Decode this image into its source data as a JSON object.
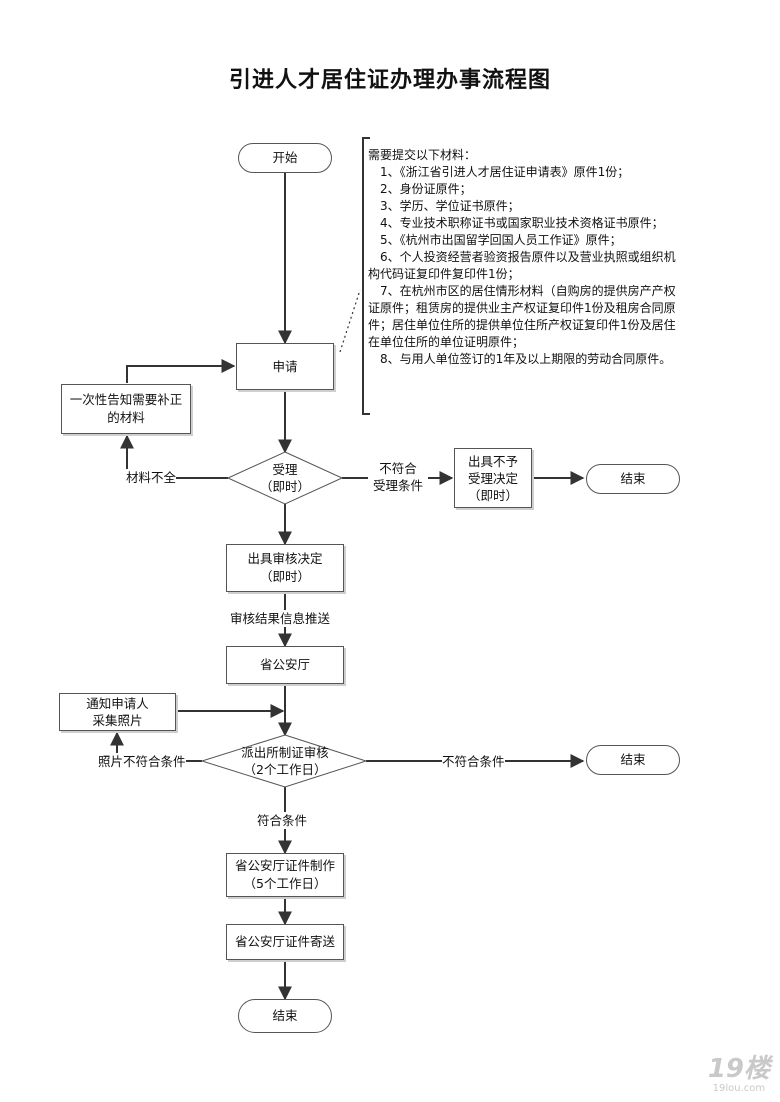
{
  "title": "引进人才居住证办理办事流程图",
  "nodes": {
    "start": "开始",
    "apply": "申请",
    "notify_supplement": [
      "一次性告知需要补正",
      "的材料"
    ],
    "accept": [
      "受理",
      "（即时）"
    ],
    "reject_decision": [
      "出具不予",
      "受理决定",
      "（即时）"
    ],
    "end_top": "结束",
    "review_decision": [
      "出具审核决定",
      "（即时）"
    ],
    "provincial_office": "省公安厅",
    "notify_photo": [
      "通知申请人",
      "采集照片"
    ],
    "police_review": [
      "派出所制证审核",
      "（2个工作日）"
    ],
    "end_mid": "结束",
    "card_production": [
      "省公安厅证件制作",
      "（5个工作日）"
    ],
    "card_mailing": "省公安厅证件寄送",
    "end_bottom": "结束"
  },
  "edge_labels": {
    "incomplete": "材料不全",
    "not_meet_accept": [
      "不符合",
      "受理条件"
    ],
    "push_result": "审核结果信息推送",
    "photo_not_meet": "照片不符合条件",
    "not_meet": "不符合条件",
    "meet": "符合条件"
  },
  "materials": {
    "heading": "需要提交以下材料：",
    "items": [
      "1、《浙江省引进人才居住证申请表》原件1份；",
      "2、身份证原件；",
      "3、学历、学位证书原件；",
      "4、专业技术职称证书或国家职业技术资格证书原件；",
      "5、《杭州市出国留学回国人员工作证》原件；",
      "6、个人投资经营者验资报告原件以及营业执照或组织机构代码证复印件复印件1份；",
      "7、在杭州市区的居住情形材料（自购房的提供房产产权证原件；租赁房的提供业主产权证复印件1份及租房合同原件；居住单位住所的提供单位住所产权证复印件1份及居住在单位住所的单位证明原件；",
      "8、与用人单位签订的1年及以上期限的劳动合同原件。"
    ]
  },
  "watermark": {
    "logo": "19楼",
    "site": "19lou.com"
  },
  "colors": {
    "line": "#333333",
    "border": "#555555",
    "shadow": "#cfcfcf"
  }
}
